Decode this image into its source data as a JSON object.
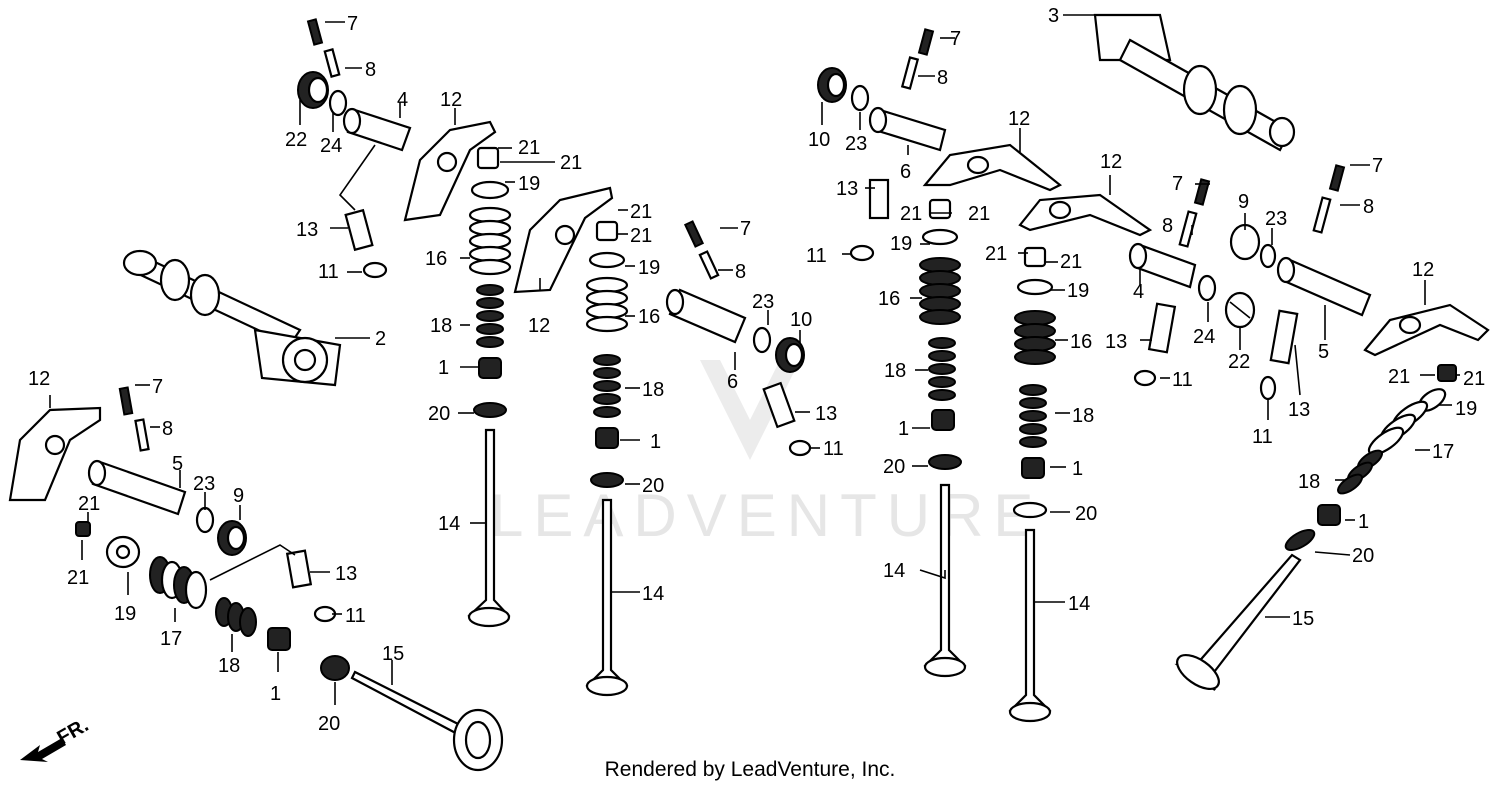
{
  "watermark": "LEADVENTURE",
  "footer": "Rendered by LeadVenture, Inc.",
  "front_marker": "FR.",
  "labels": [
    "1",
    "2",
    "3",
    "4",
    "5",
    "6",
    "7",
    "8",
    "9",
    "10",
    "11",
    "12",
    "13",
    "14",
    "15",
    "16",
    "17",
    "18",
    "19",
    "20",
    "21",
    "22",
    "23",
    "24"
  ]
}
